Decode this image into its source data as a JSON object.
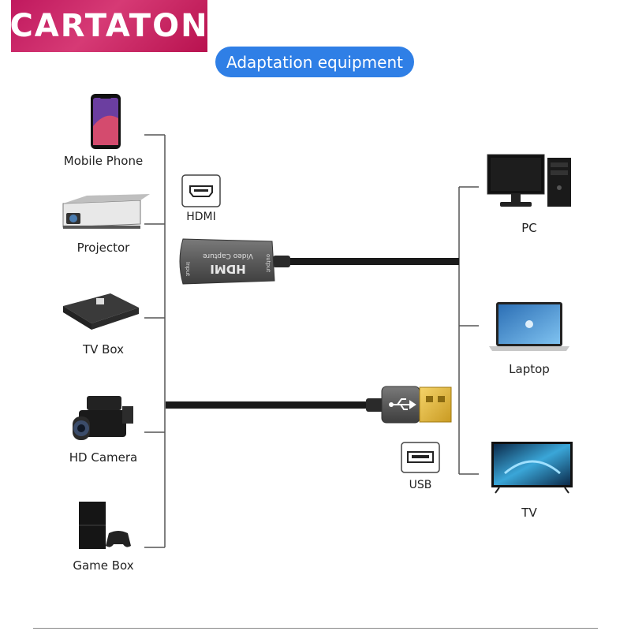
{
  "brand": {
    "name": "CARTATON",
    "color": "#c0195e"
  },
  "header": {
    "title": "Adaptation equipment",
    "accent": "#2f7fe6"
  },
  "input_devices": [
    {
      "label": "Mobile Phone",
      "icon": "mobile-phone-icon"
    },
    {
      "label": "Projector",
      "icon": "projector-icon"
    },
    {
      "label": "TV Box",
      "icon": "tv-box-icon"
    },
    {
      "label": "HD Camera",
      "icon": "hd-camera-icon"
    },
    {
      "label": "Game Box",
      "icon": "game-box-icon"
    }
  ],
  "output_devices": [
    {
      "label": "PC",
      "icon": "pc-icon"
    },
    {
      "label": "Laptop",
      "icon": "laptop-icon"
    },
    {
      "label": "TV",
      "icon": "tv-icon"
    }
  ],
  "ports": {
    "hdmi": {
      "label": "HDMI",
      "icon": "hdmi-port-icon"
    },
    "usb": {
      "label": "USB",
      "icon": "usb-port-icon"
    }
  },
  "capture_device": {
    "title": "HDMI",
    "subtitle": "Video Capture",
    "input_label": "Input",
    "output_label": "output"
  }
}
